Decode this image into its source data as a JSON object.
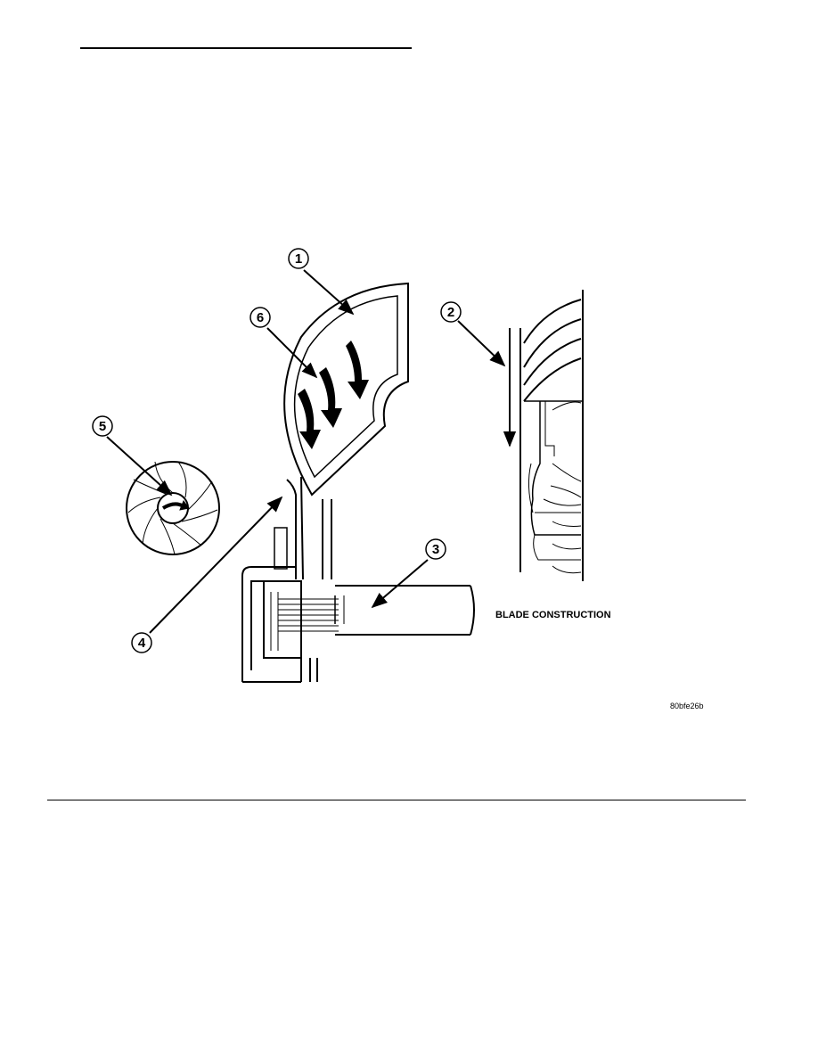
{
  "figure": {
    "callouts": [
      "1",
      "2",
      "3",
      "4",
      "5",
      "6"
    ],
    "caption": "BLADE CONSTRUCTION",
    "figure_id": "80bfe26b"
  }
}
